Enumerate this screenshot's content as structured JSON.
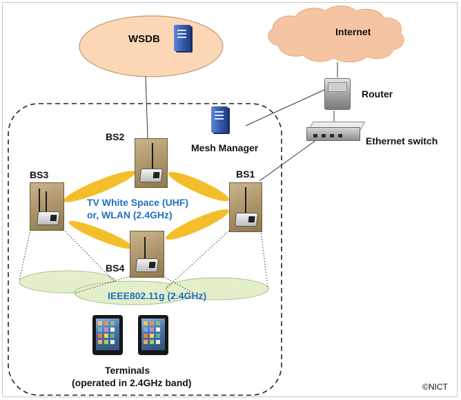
{
  "diagram": {
    "wsdb": "WSDB",
    "internet": "Internet",
    "router": "Router",
    "mesh_manager": "Mesh Manager",
    "ethernet_switch": "Ethernet switch",
    "bs1": "BS1",
    "bs2": "BS2",
    "bs3": "BS3",
    "bs4": "BS4",
    "tvws_line1": "TV White Space (UHF)",
    "tvws_line2": "or, WLAN (2.4GHz)",
    "ieee": "IEEE802.11g (2.4GHz)",
    "terminals_line1": "Terminals",
    "terminals_line2": "(operated in 2.4GHz band)",
    "credit": "©NICT"
  },
  "colors": {
    "cloud": "#f5c4a2",
    "wsdb_ellipse": "#fbd7b5",
    "link_beam": "#f4be2a",
    "coverage": "#e3efcb",
    "label_blue": "#1f6fc0"
  },
  "icons": [
    "server-icon",
    "router-icon",
    "ethernet-switch-icon",
    "base-station-photo",
    "tablet-icon",
    "cloud-shape"
  ]
}
